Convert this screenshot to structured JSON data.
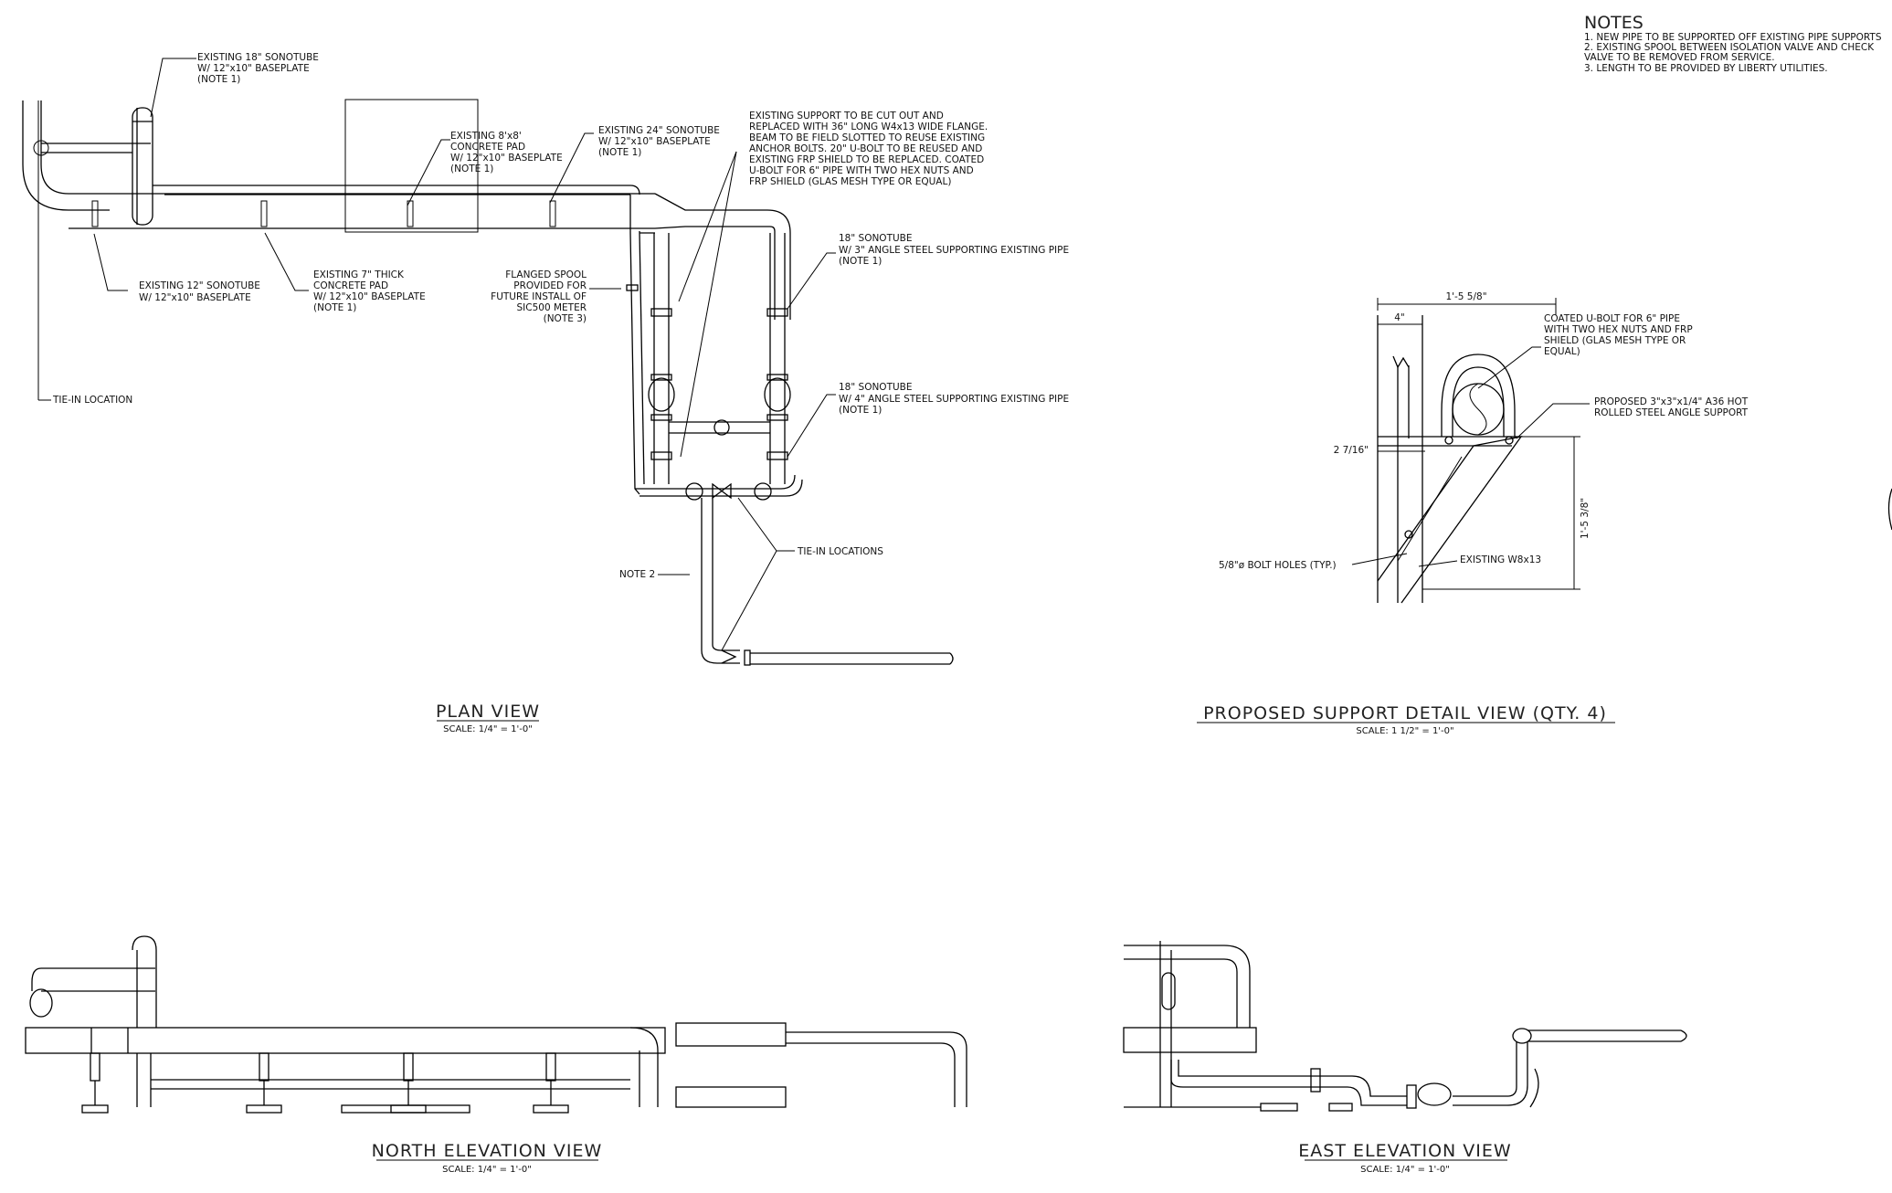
{
  "notes": {
    "title": "NOTES",
    "items": [
      "1.  NEW PIPE TO BE SUPPORTED OFF EXISTING PIPE SUPPORTS",
      "2.  EXISTING SPOOL BETWEEN ISOLATION VALVE AND CHECK",
      "     VALVE TO BE REMOVED FROM SERVICE.",
      "3.  LENGTH TO BE PROVIDED BY LIBERTY UTILITIES."
    ]
  },
  "plan_view": {
    "title": "PLAN VIEW",
    "scale": "SCALE: 1/4\" = 1'-0\"",
    "callouts": {
      "sonotube18": [
        "EXISTING 18\" SONOTUBE",
        "W/ 12\"x10\" BASEPLATE",
        "(NOTE 1)"
      ],
      "pad8x8": [
        "EXISTING 8'x8'",
        "CONCRETE PAD",
        "W/ 12\"x10\" BASEPLATE",
        "(NOTE 1)"
      ],
      "sonotube24": [
        "EXISTING 24\" SONOTUBE",
        "W/ 12\"x10\" BASEPLATE",
        "(NOTE 1)"
      ],
      "support_cut": [
        "EXISTING SUPPORT TO BE CUT OUT AND",
        "REPLACED WITH 36\" LONG W4x13 WIDE FLANGE.",
        "BEAM TO BE FIELD SLOTTED TO REUSE EXISTING",
        "ANCHOR BOLTS. 20\" U-BOLT TO BE REUSED AND",
        "EXISTING FRP SHIELD TO BE REPLACED. COATED",
        "U-BOLT FOR 6\" PIPE WITH TWO HEX NUTS AND",
        "FRP SHIELD (GLAS MESH TYPE OR EQUAL)"
      ],
      "sonotube12": [
        "EXISTING 12\" SONOTUBE",
        "W/ 12\"x10\" BASEPLATE"
      ],
      "pad7": [
        "EXISTING 7\" THICK",
        "CONCRETE PAD",
        "W/ 12\"x10\" BASEPLATE",
        "(NOTE 1)"
      ],
      "flanged_spool": [
        "FLANGED SPOOL",
        "PROVIDED FOR",
        "FUTURE INSTALL OF",
        "SIC500 METER",
        "(NOTE  3)"
      ],
      "angle3": [
        "18\" SONOTUBE",
        "W/ 3\" ANGLE STEEL SUPPORTING EXISTING PIPE",
        "(NOTE 1)"
      ],
      "angle4": [
        "18\" SONOTUBE",
        "W/ 4\" ANGLE STEEL SUPPORTING EXISTING PIPE",
        "(NOTE 1)"
      ],
      "tie_in": "TIE-IN LOCATION",
      "tie_ins": "TIE-IN LOCATIONS",
      "note2": "NOTE 2"
    }
  },
  "detail_view": {
    "title": "PROPOSED SUPPORT DETAIL VIEW (QTY. 4)",
    "scale": "SCALE: 1 1/2\" = 1'-0\"",
    "dims": {
      "width": "1'-5 5/8\"",
      "four": "4\"",
      "two": "2 7/16\"",
      "height": "1'-5 3/8\""
    },
    "callouts": {
      "ubolt": [
        "COATED U-BOLT FOR 6\" PIPE",
        "WITH TWO HEX NUTS AND FRP",
        "SHIELD (GLAS MESH TYPE OR",
        "EQUAL)"
      ],
      "angle": [
        "PROPOSED 3\"x3\"x1/4\" A36 HOT",
        "ROLLED STEEL ANGLE SUPPORT"
      ],
      "holes": "5/8\"ø BOLT HOLES (TYP.)",
      "w8": "EXISTING W8x13"
    }
  },
  "north_view": {
    "title": "NORTH ELEVATION VIEW",
    "scale": "SCALE: 1/4\" = 1'-0\""
  },
  "east_view": {
    "title": "EAST ELEVATION VIEW",
    "scale": "SCALE: 1/4\" = 1'-0\""
  }
}
